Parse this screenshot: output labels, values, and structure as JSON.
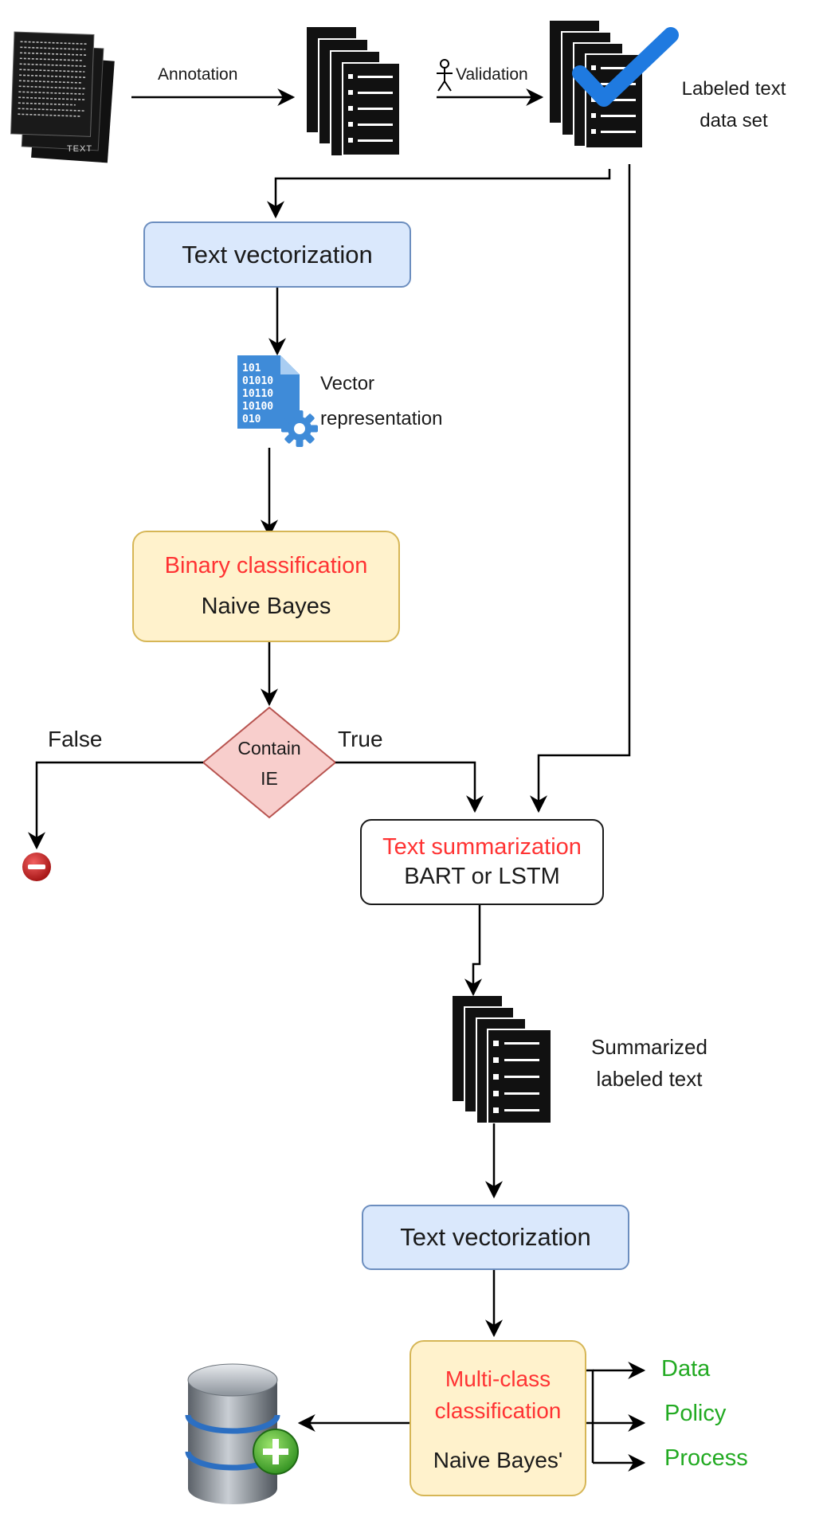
{
  "steps": {
    "annotation": "Annotation",
    "validation": "Validation"
  },
  "labels": {
    "raw_text_doc": "TEXT",
    "labeled_dataset_line1": "Labeled text",
    "labeled_dataset_line2": "data set",
    "vector_repr_line1": "Vector",
    "vector_repr_line2": "representation",
    "vector_icon_bits": [
      "101",
      "01010",
      "10110",
      "10100",
      "010"
    ],
    "summarized_line1": "Summarized",
    "summarized_line2": "labeled text"
  },
  "nodes": {
    "text_vectorization_1": "Text vectorization",
    "binary_title": "Binary classification",
    "binary_model": "Naive Bayes",
    "decision_line1": "Contain",
    "decision_line2": "IE",
    "false_label": "False",
    "true_label": "True",
    "summ_title": "Text summarization",
    "summ_model": "BART or LSTM",
    "text_vectorization_2": "Text vectorization",
    "multi_title_line1": "Multi-class",
    "multi_title_line2": "classification",
    "multi_model": "Naive Bayes'"
  },
  "outputs": [
    "Data",
    "Policy",
    "Process"
  ],
  "colors": {
    "blue_fill": "#dae8fc",
    "blue_stroke": "#6c8ebf",
    "yellow_fill": "#fff2cc",
    "yellow_stroke": "#d6b656",
    "diamond_fill": "#f8cecc",
    "diamond_stroke": "#b85450",
    "title_red": "#ff3333",
    "output_green": "#22aa22",
    "check_blue": "#1f7ae0"
  }
}
